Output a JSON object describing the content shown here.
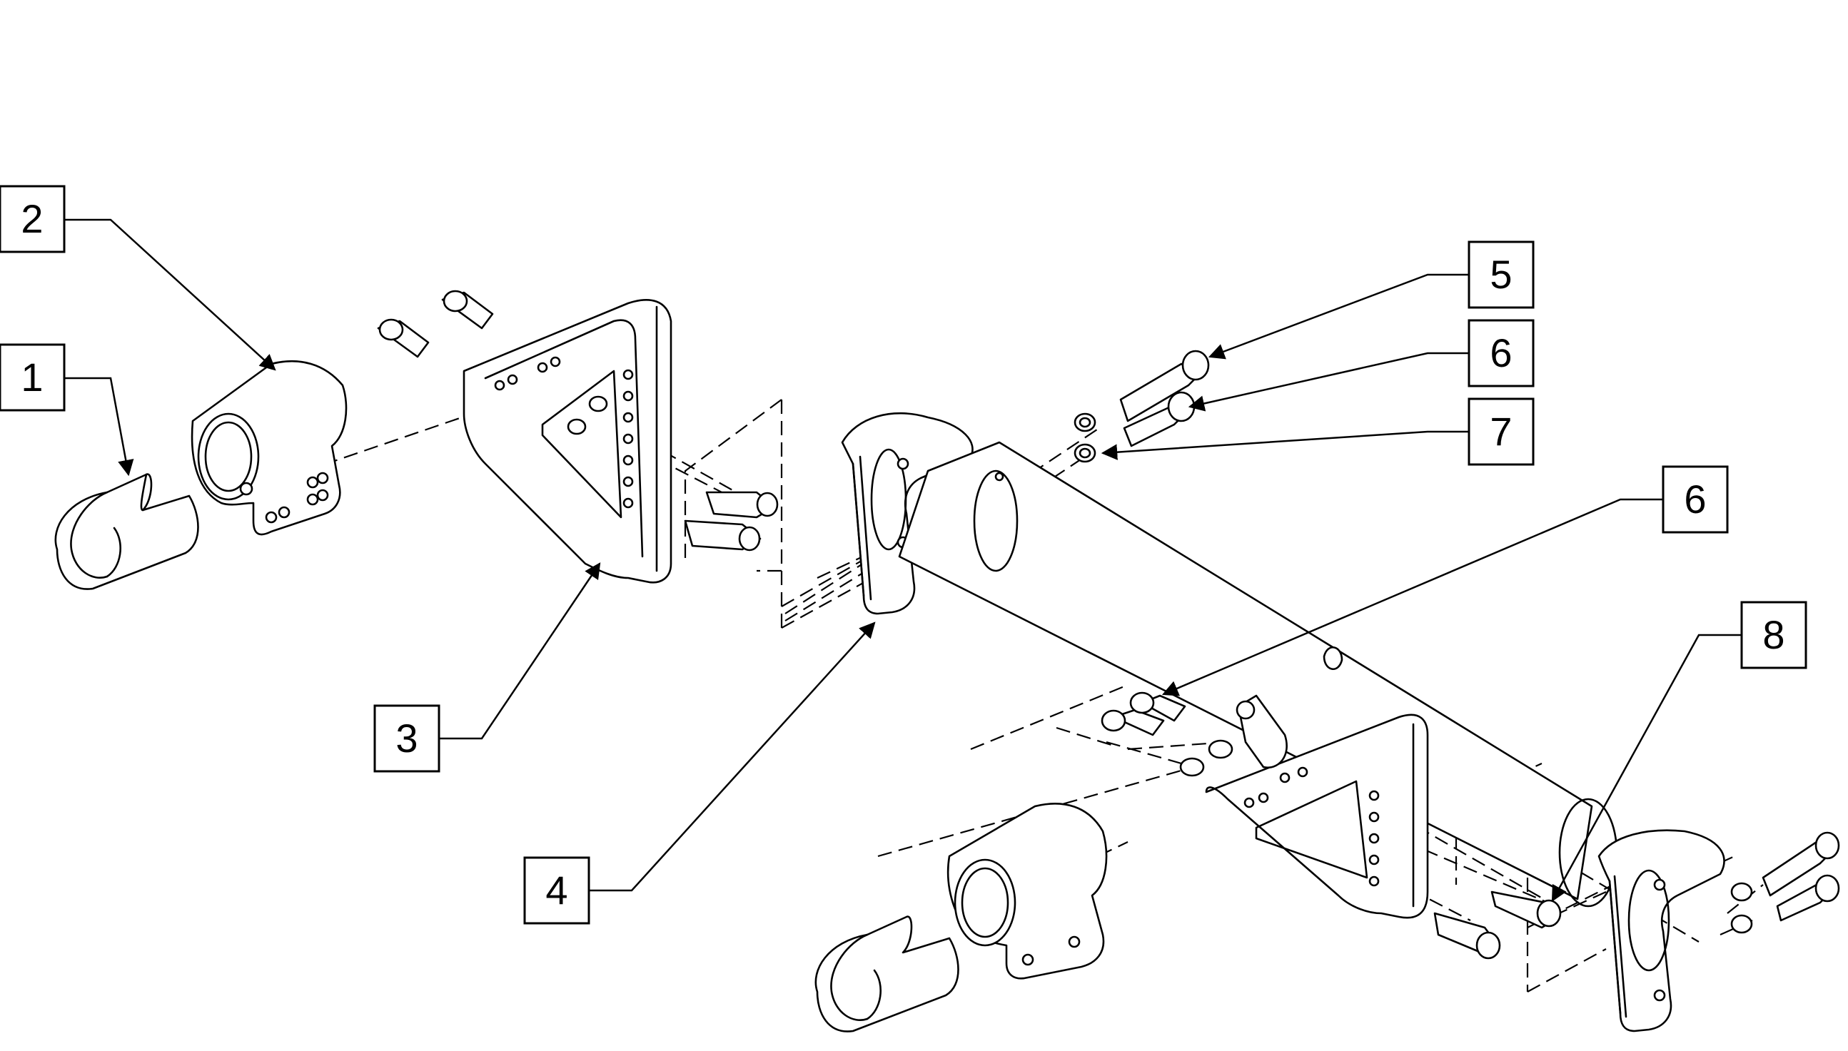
{
  "callouts": [
    {
      "id": "1",
      "label": "1"
    },
    {
      "id": "2",
      "label": "2"
    },
    {
      "id": "3",
      "label": "3"
    },
    {
      "id": "4",
      "label": "4"
    },
    {
      "id": "5",
      "label": "5"
    },
    {
      "id": "6a",
      "label": "6"
    },
    {
      "id": "7",
      "label": "7"
    },
    {
      "id": "6b",
      "label": "6"
    },
    {
      "id": "8",
      "label": "8"
    }
  ]
}
